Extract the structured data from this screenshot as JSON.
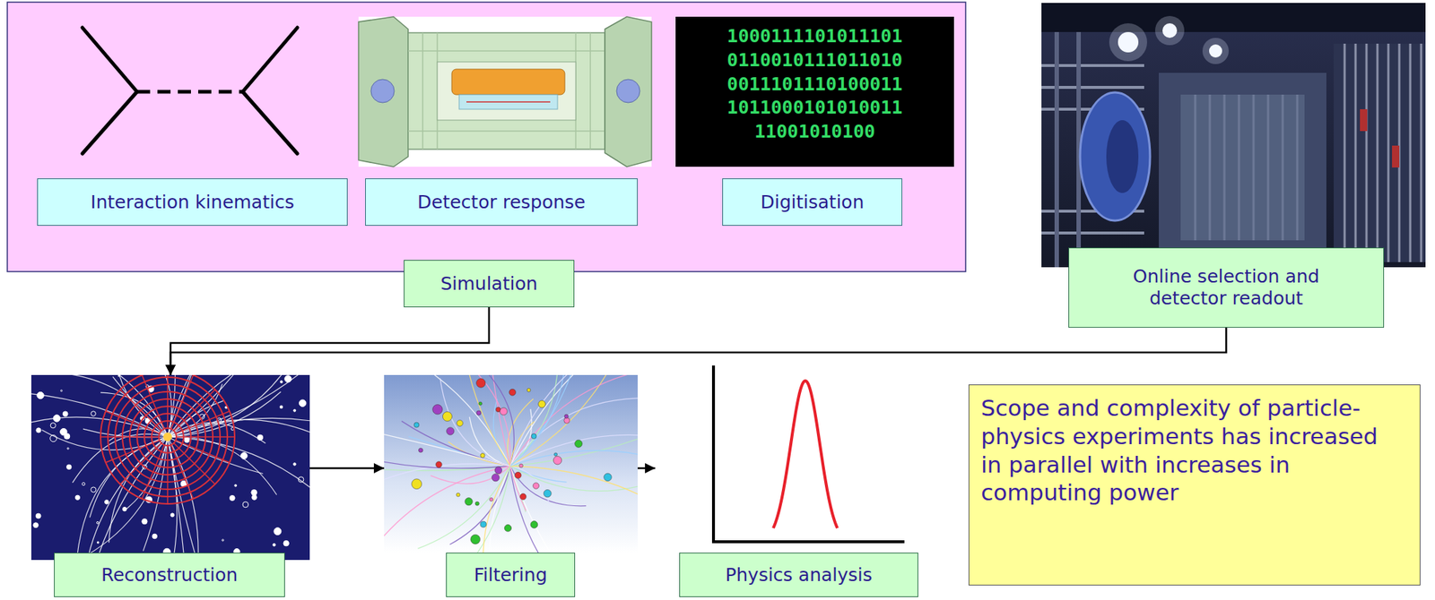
{
  "diagram": {
    "nodes": [
      {
        "text": [
          "Simulation"
        ]
      },
      {
        "text": [
          "Interaction kinematics"
        ],
        "in": 0
      },
      {
        "text": [
          "Detector response"
        ],
        "in": 0
      },
      {
        "text": [
          "Digitisation"
        ],
        "in": 0
      },
      {
        "text": [
          "Online selection and detector readout"
        ]
      },
      {
        "text": [
          "Reconstruction"
        ]
      },
      {
        "text": [
          "Filtering"
        ]
      },
      {
        "text": [
          "Physics analysis"
        ]
      },
      {
        "text": [
          "Scope and complexity of particle-physics experiments has increased in parallel with increases in computing power"
        ]
      }
    ],
    "edges": [
      {
        "from": 0,
        "to": 5,
        "arrow": "to"
      },
      {
        "from": 4,
        "to": 5,
        "arrow": "to"
      },
      {
        "from": 5,
        "to": 6,
        "arrow": "to"
      },
      {
        "from": 6,
        "to": 7,
        "arrow": "to"
      }
    ],
    "labels": [
      "1000111101011101",
      "0110010111011010",
      "0011101110100011",
      "1011000101010011",
      "11001010100"
    ]
  }
}
